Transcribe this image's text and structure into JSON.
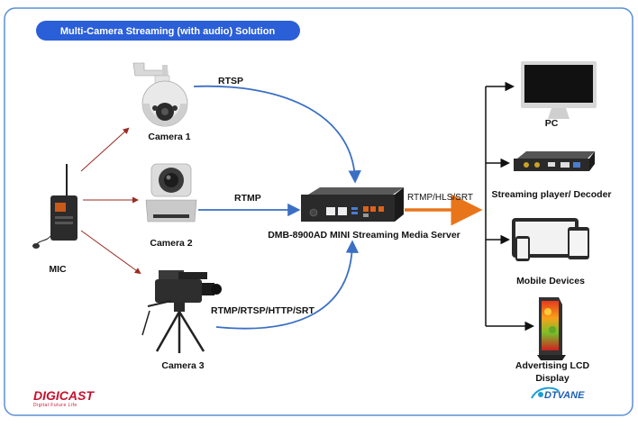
{
  "title": "Multi-Camera Streaming (with audio) Solution",
  "sources": {
    "camera1": "Camera 1",
    "camera2": "Camera 2",
    "camera3": "Camera 3",
    "mic": "MIC"
  },
  "protocols": {
    "cam1": "RTSP",
    "cam2": "RTMP",
    "cam3": "RTMP/RTSP/HTTP/SRT",
    "output": "RTMP/HLS/SRT"
  },
  "server": "DMB-8900AD MINI Streaming Media Server",
  "outputs": {
    "pc": "PC",
    "player": "Streaming player/ Decoder",
    "mobile": "Mobile Devices",
    "lcd_line1": "Advertising LCD",
    "lcd_line2": "Display"
  },
  "logos": {
    "digicast": "DIGICAST",
    "digicast_tagline": "Digital Future Life",
    "dtvane": "DTVANE"
  },
  "colors": {
    "title_bg": "#2a5fd8",
    "blue_arrow": "#3b6fc4",
    "red_arrow": "#9b2a22",
    "orange_arrow": "#e8751a",
    "border": "#5b8fd6"
  }
}
